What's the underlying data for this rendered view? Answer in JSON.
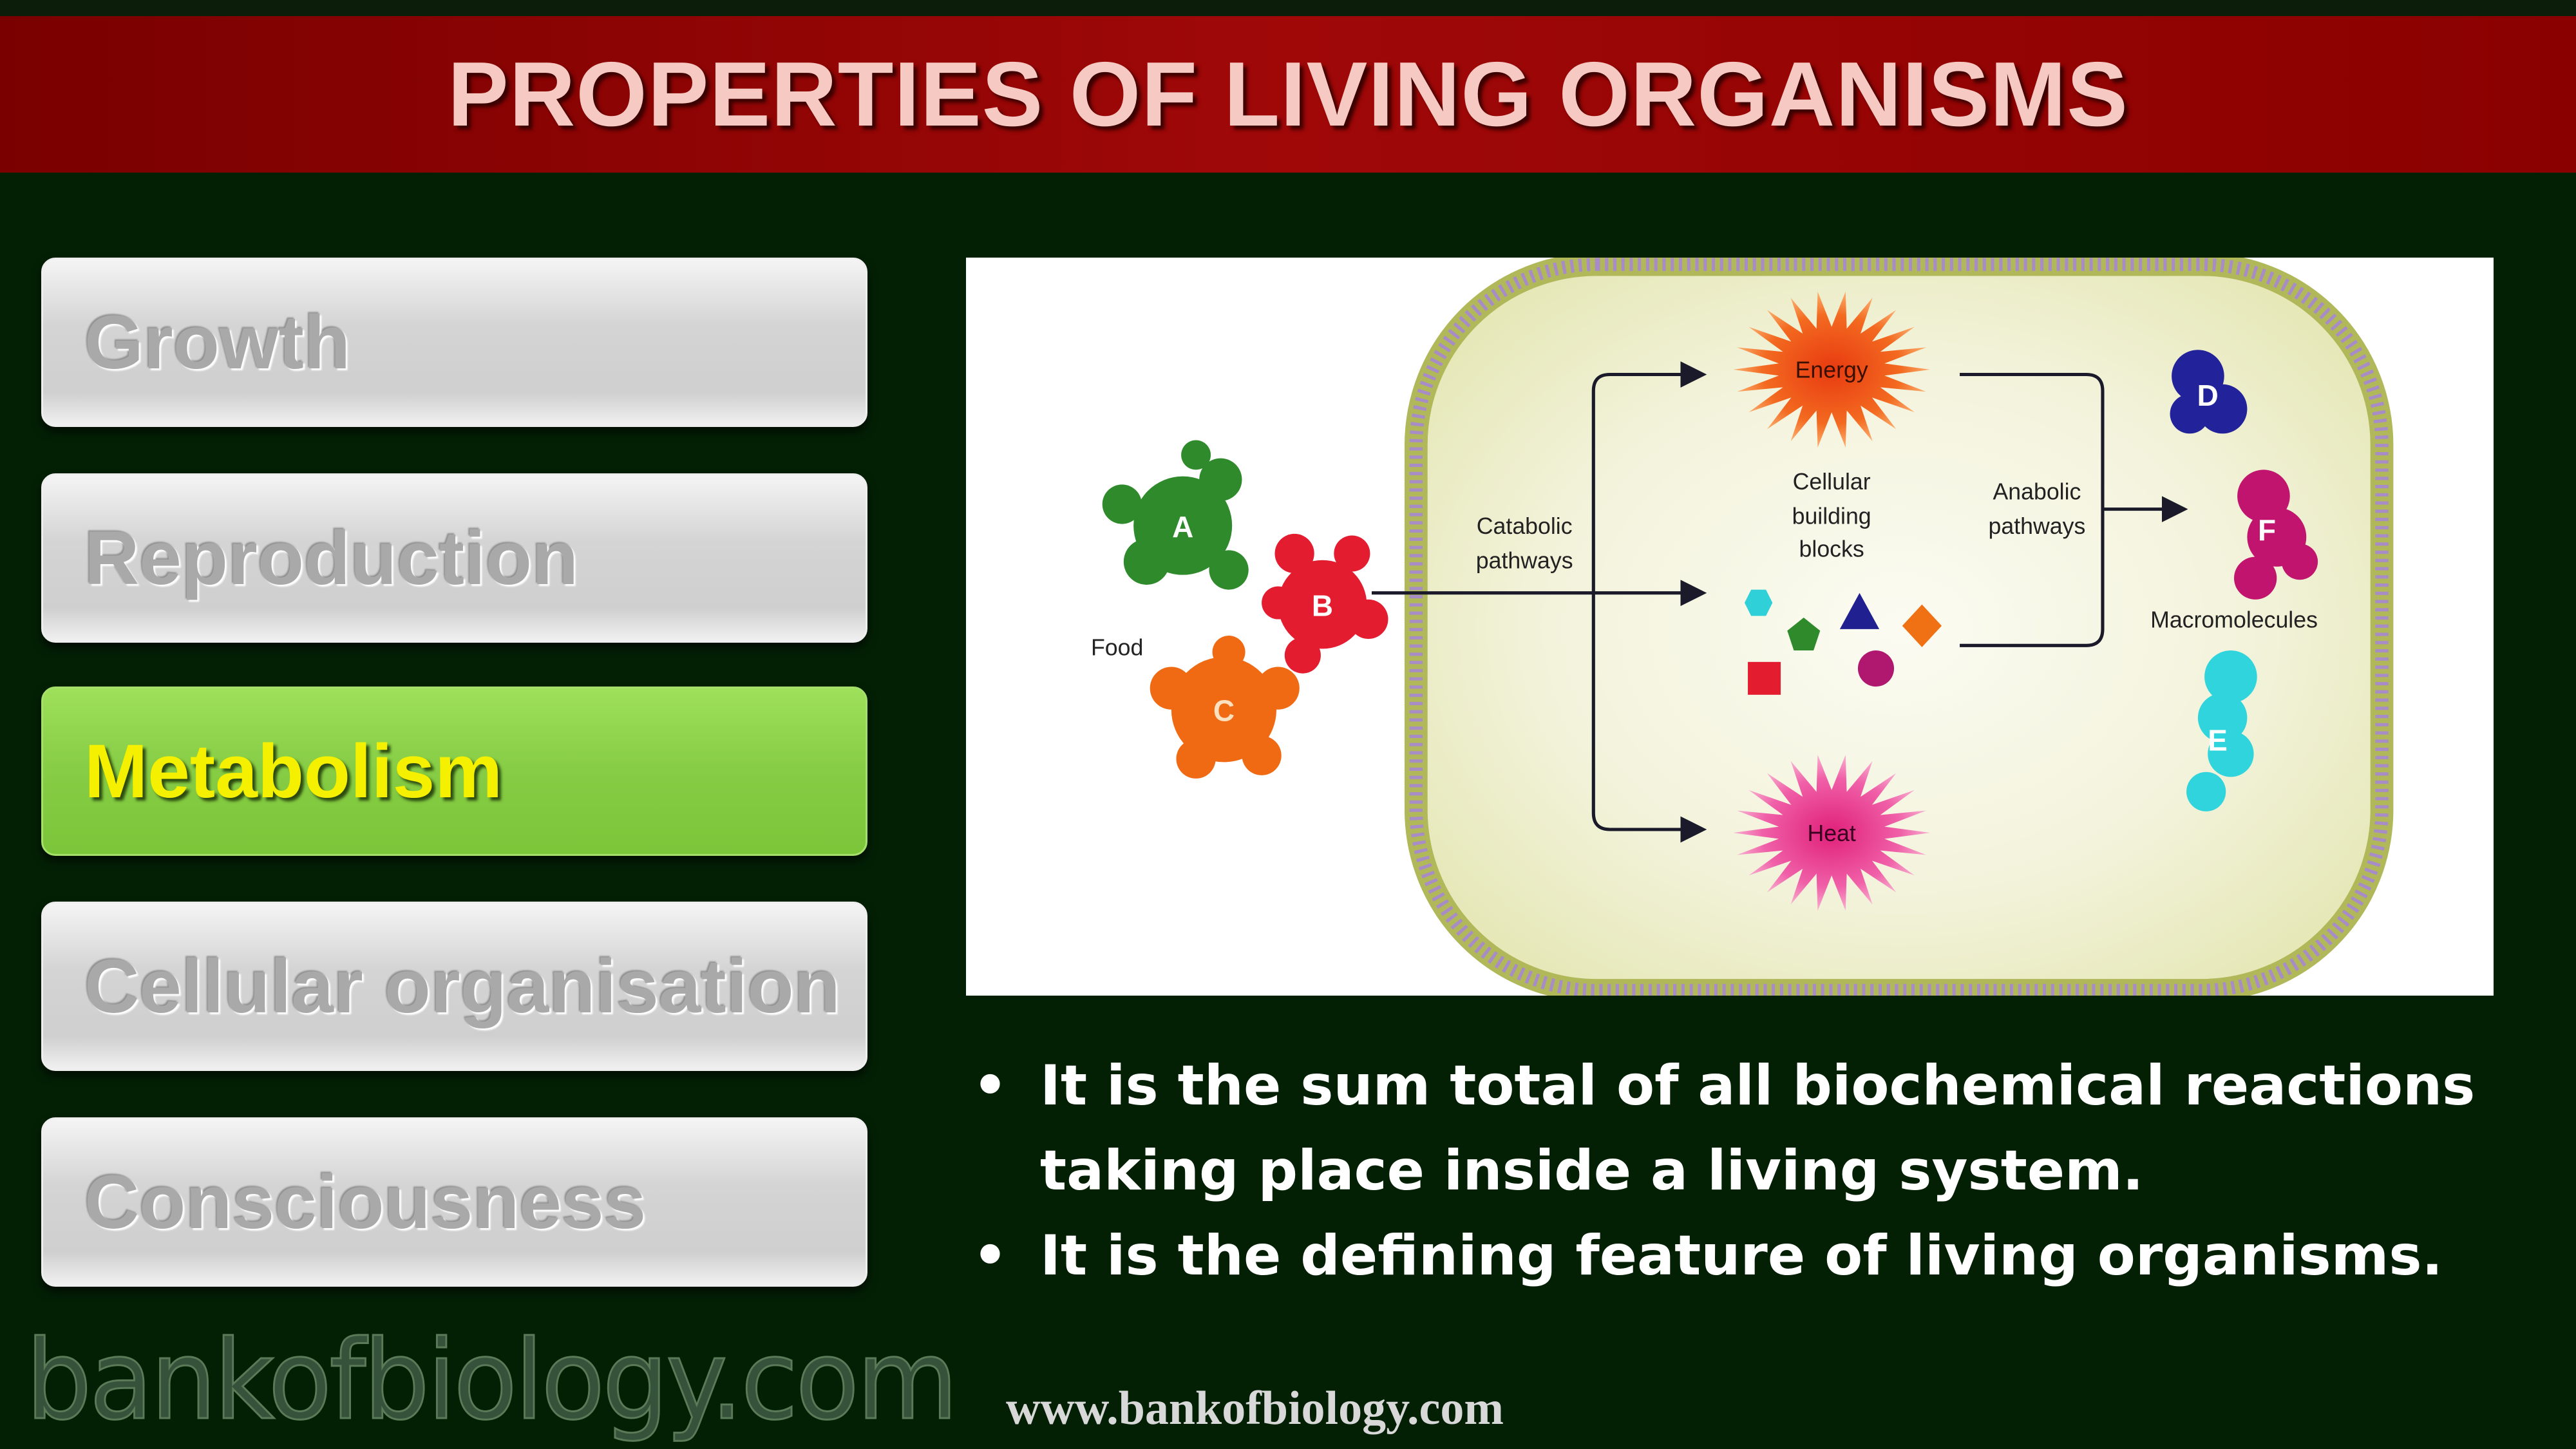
{
  "header": {
    "title": "PROPERTIES OF LIVING ORGANISMS"
  },
  "nav": {
    "items": [
      {
        "label": "Growth",
        "active": false
      },
      {
        "label": "Reproduction",
        "active": false
      },
      {
        "label": "Metabolism",
        "active": true
      },
      {
        "label": "Cellular organisation",
        "active": false
      },
      {
        "label": "Consciousness",
        "active": false
      }
    ]
  },
  "diagram": {
    "food": "Food",
    "a": "A",
    "b": "B",
    "c": "C",
    "catabolic": [
      "Catabolic",
      "pathways"
    ],
    "energy": "Energy",
    "heat": "Heat",
    "building": [
      "Cellular",
      "building",
      "blocks"
    ],
    "anabolic": [
      "Anabolic",
      "pathways"
    ],
    "macromolecules": "Macromolecules",
    "d": "D",
    "e": "E",
    "f": "F"
  },
  "bullets": [
    "It is the sum total of all biochemical reactions taking place inside a living system.",
    "It is the defining feature of living organisms."
  ],
  "watermark": "bankofbiology.com",
  "footer": {
    "url": "www.bankofbiology.com"
  },
  "colors": {
    "header": "#8a0000",
    "active": "#86cc44",
    "active_text": "#f5f000",
    "background": "#032005"
  }
}
